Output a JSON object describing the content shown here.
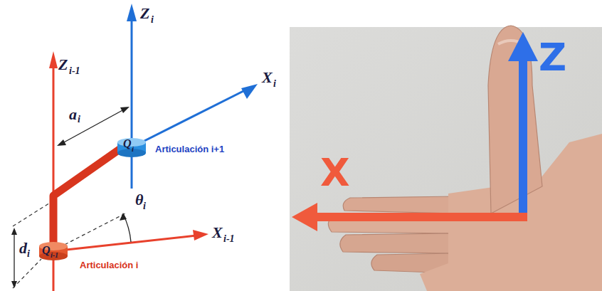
{
  "diagram": {
    "labels": [
      "Z",
      "i",
      "Z",
      "i-1",
      "X",
      "i",
      "a",
      "i",
      "Q",
      "i",
      "Articulación i+1",
      "d",
      "i",
      "θ",
      "i",
      "X",
      "i-1",
      "Q",
      "i-1",
      "Articulación i",
      "Z",
      "X"
    ]
  }
}
